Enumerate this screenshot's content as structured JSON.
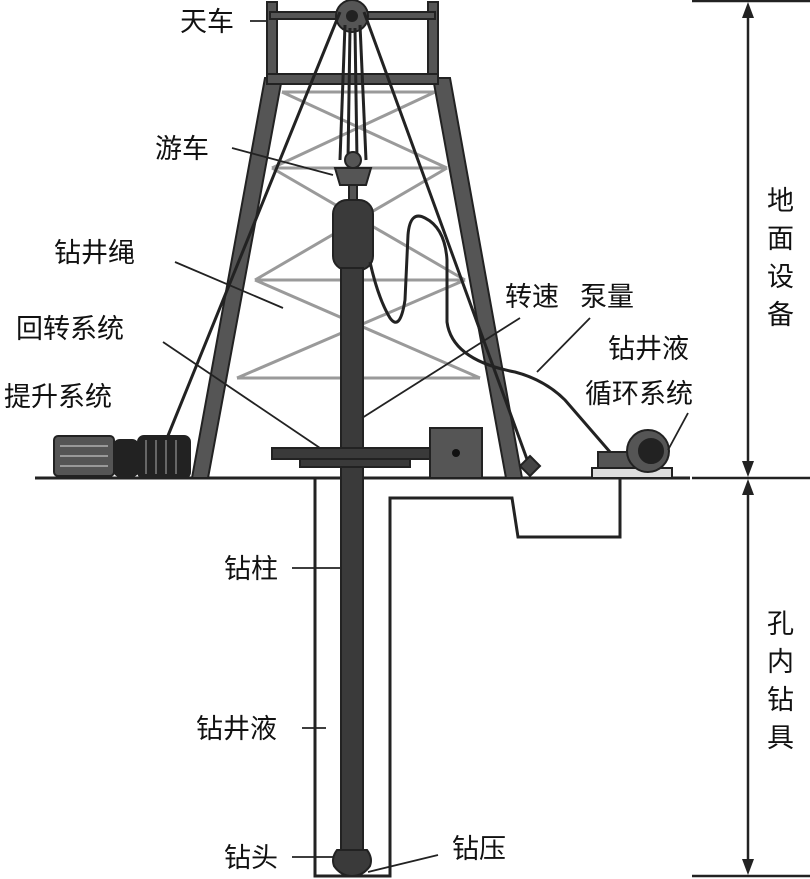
{
  "labels": {
    "crown_block": "天车",
    "traveling_block": "游车",
    "drilling_rope": "钻井绳",
    "rotary_system": "回转系统",
    "hoisting_system": "提升系统",
    "rotation_speed": "转速",
    "pump_rate": "泵量",
    "fluid_circ_line1": "钻井液",
    "fluid_circ_line2": "循环系统",
    "drill_string": "钻柱",
    "drilling_fluid": "钻井液",
    "drill_bit": "钻头",
    "weight_on_bit": "钻压"
  },
  "sections": {
    "surface": [
      "地",
      "面",
      "设",
      "备"
    ],
    "downhole": [
      "孔",
      "内",
      "钻",
      "具"
    ]
  }
}
